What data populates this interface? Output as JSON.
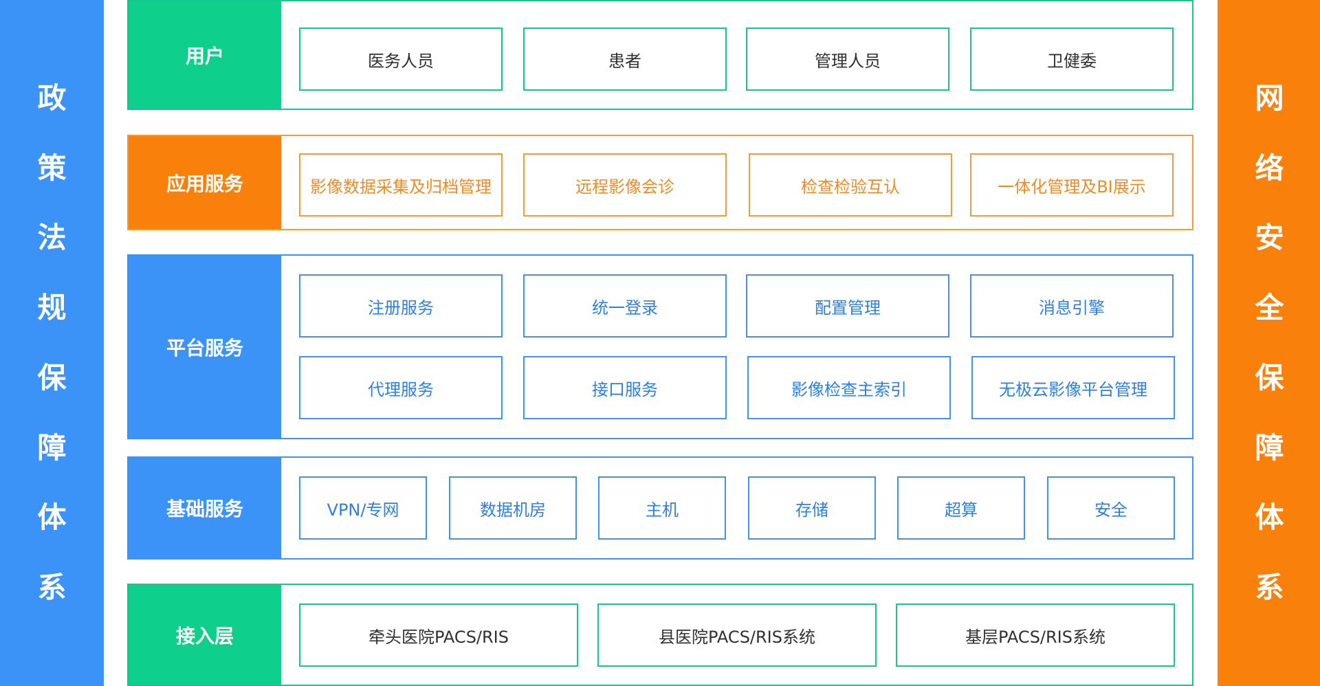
{
  "left_pillar": [
    "政",
    "策",
    "法",
    "规",
    "保",
    "障",
    "体",
    "系"
  ],
  "right_pillar": [
    "网",
    "络",
    "安",
    "全",
    "保",
    "障",
    "体",
    "系"
  ],
  "layers": {
    "users": {
      "label": "用户",
      "items": [
        "医务人员",
        "患者",
        "管理人员",
        "卫健委"
      ]
    },
    "app": {
      "label": "应用服务",
      "items": [
        "影像数据采集及归档管理",
        "远程影像会诊",
        "检查检验互认",
        "一体化管理及BI展示"
      ]
    },
    "platform": {
      "label": "平台服务",
      "items": [
        "注册服务",
        "统一登录",
        "配置管理",
        "消息引擎",
        "代理服务",
        "接口服务",
        "影像检查主索引",
        "无极云影像平台管理"
      ]
    },
    "infra": {
      "label": "基础服务",
      "items": [
        "VPN/专网",
        "数据机房",
        "主机",
        "存储",
        "超算",
        "安全"
      ]
    },
    "access": {
      "label": "接入层",
      "items": [
        "牵头医院PACS/RIS",
        "县医院PACS/RIS系统",
        "基层PACS/RIS系统"
      ]
    }
  },
  "colors": {
    "blue": "#3b93f7",
    "orange": "#f9810b",
    "green": "#0fcf8d"
  }
}
